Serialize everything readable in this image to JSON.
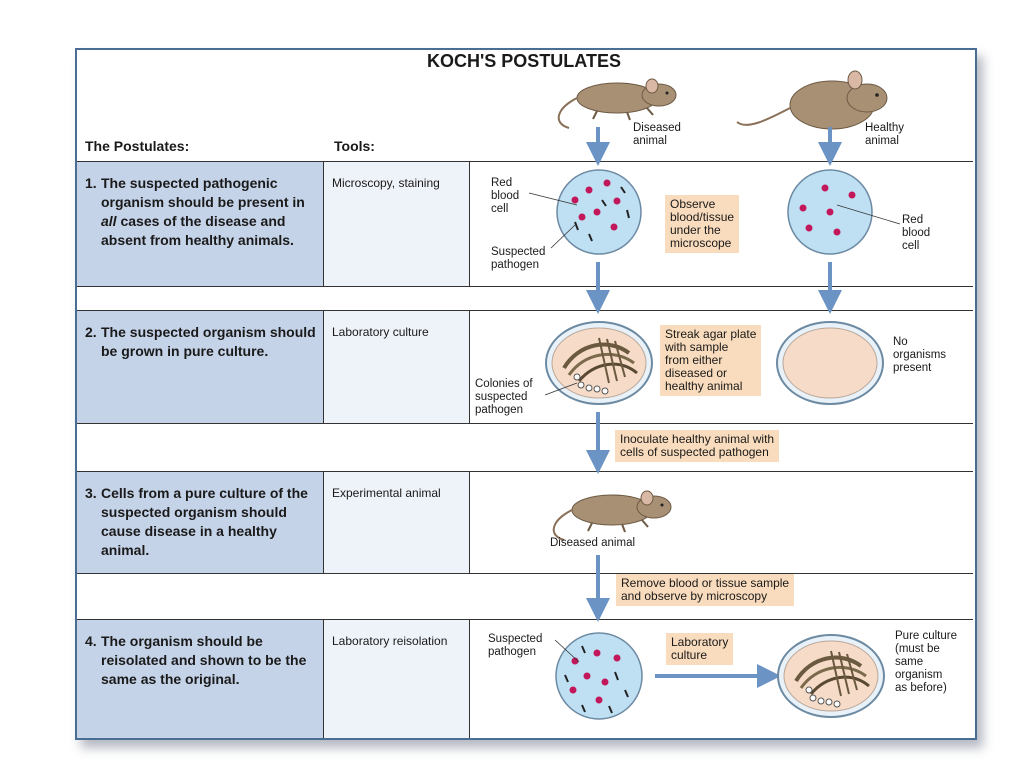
{
  "title": "KOCH'S POSTULATES",
  "headers": {
    "postulates": "The Postulates:",
    "tools": "Tools:"
  },
  "rows": [
    {
      "num": "1.",
      "text_before": "The suspected pathogenic organism should be present in ",
      "text_em": "all",
      "text_after": " cases of the disease and absent from healthy animals.",
      "tool": "Microscopy, staining"
    },
    {
      "num": "2.",
      "text": "The suspected organism should be grown in pure culture.",
      "tool": "Laboratory culture"
    },
    {
      "num": "3.",
      "text": "Cells from a pure culture of the suspected organism should cause disease in a healthy animal.",
      "tool": "Experimental animal"
    },
    {
      "num": "4.",
      "text": "The organism should be reisolated and shown to be the same as the original.",
      "tool": "Laboratory reisolation"
    }
  ],
  "labels": {
    "diseased_animal_top": "Diseased\nanimal",
    "healthy_animal_top": "Healthy\nanimal",
    "red_blood_cell_left": "Red\nblood\ncell",
    "suspected_pathogen_1": "Suspected\npathogen",
    "observe_note": "Observe\nblood/tissue\nunder the\nmicroscope",
    "red_blood_cell_right": "Red\nblood\ncell",
    "streak_note": "Streak agar plate\nwith sample\nfrom either\ndiseased or\nhealthy animal",
    "colonies": "Colonies of\nsuspected\npathogen",
    "no_organisms": "No\norganisms\npresent",
    "inoculate_note": "Inoculate healthy animal with\ncells of suspected pathogen",
    "diseased_animal_mid": "Diseased animal",
    "remove_note": "Remove blood or tissue sample\nand observe by microscopy",
    "suspected_pathogen_4": "Suspected\npathogen",
    "lab_culture_note": "Laboratory\nculture",
    "pure_culture": "Pure culture\n(must be\nsame\norganism\nas before)"
  },
  "colors": {
    "postulate_cell": "#c5d3e8",
    "tool_cell": "#eef2f9",
    "note": "#f9dcbd",
    "arrow": "#6b93c4",
    "dish": "#bfe0f3",
    "blood_cell": "#c2185b",
    "agar": "#f6dcc8",
    "mouse": "#a89074"
  }
}
